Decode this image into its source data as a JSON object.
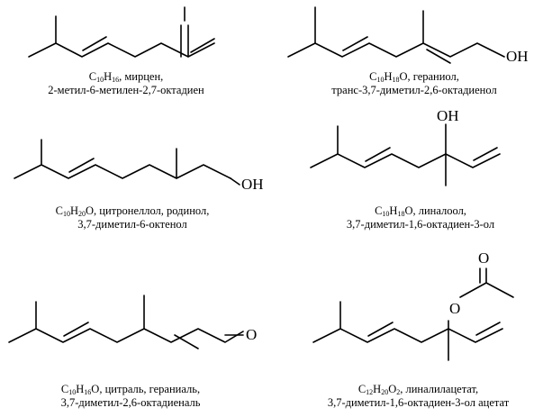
{
  "compounds": [
    {
      "formula": {
        "element1": "C",
        "sub1": "10",
        "element2": "H",
        "sub2": "16",
        "rest": ""
      },
      "name": ", мирцен,",
      "iupac": "2-метил-6-метилен-2,7-октадиен",
      "atoms": []
    },
    {
      "formula": {
        "element1": "C",
        "sub1": "10",
        "element2": "H",
        "sub2": "18",
        "rest": "O"
      },
      "name": ", гераниол,",
      "iupac": "транс-3,7-диметил-2,6-октадиенол",
      "atoms": [
        "OH"
      ]
    },
    {
      "formula": {
        "element1": "C",
        "sub1": "10",
        "element2": "H",
        "sub2": "20",
        "rest": "O"
      },
      "name": ", цитронеллол, родинол,",
      "iupac": "3,7-диметил-6-октенол",
      "atoms": [
        "OH"
      ]
    },
    {
      "formula": {
        "element1": "C",
        "sub1": "10",
        "element2": "H",
        "sub2": "18",
        "rest": "O"
      },
      "name": ", линалоол,",
      "iupac": "3,7-диметил-1,6-октадиен-3-ол",
      "atoms": [
        "OH"
      ]
    },
    {
      "formula": {
        "element1": "C",
        "sub1": "10",
        "element2": "H",
        "sub2": "16",
        "rest": "O"
      },
      "name": ", цитраль, гераниаль,",
      "iupac": "3,7-диметил-2,6-октадиеналь",
      "atoms": [
        "O"
      ]
    },
    {
      "formula": {
        "element1": "C",
        "sub1": "12",
        "element2": "H",
        "sub2": "20",
        "rest": "O"
      },
      "formula_tail_sub": "2",
      "name": ", линалилацетат,",
      "iupac": "3,7-диметил-1,6-октадиен-3-ол ацетат",
      "atoms": [
        "O",
        "O"
      ]
    }
  ]
}
